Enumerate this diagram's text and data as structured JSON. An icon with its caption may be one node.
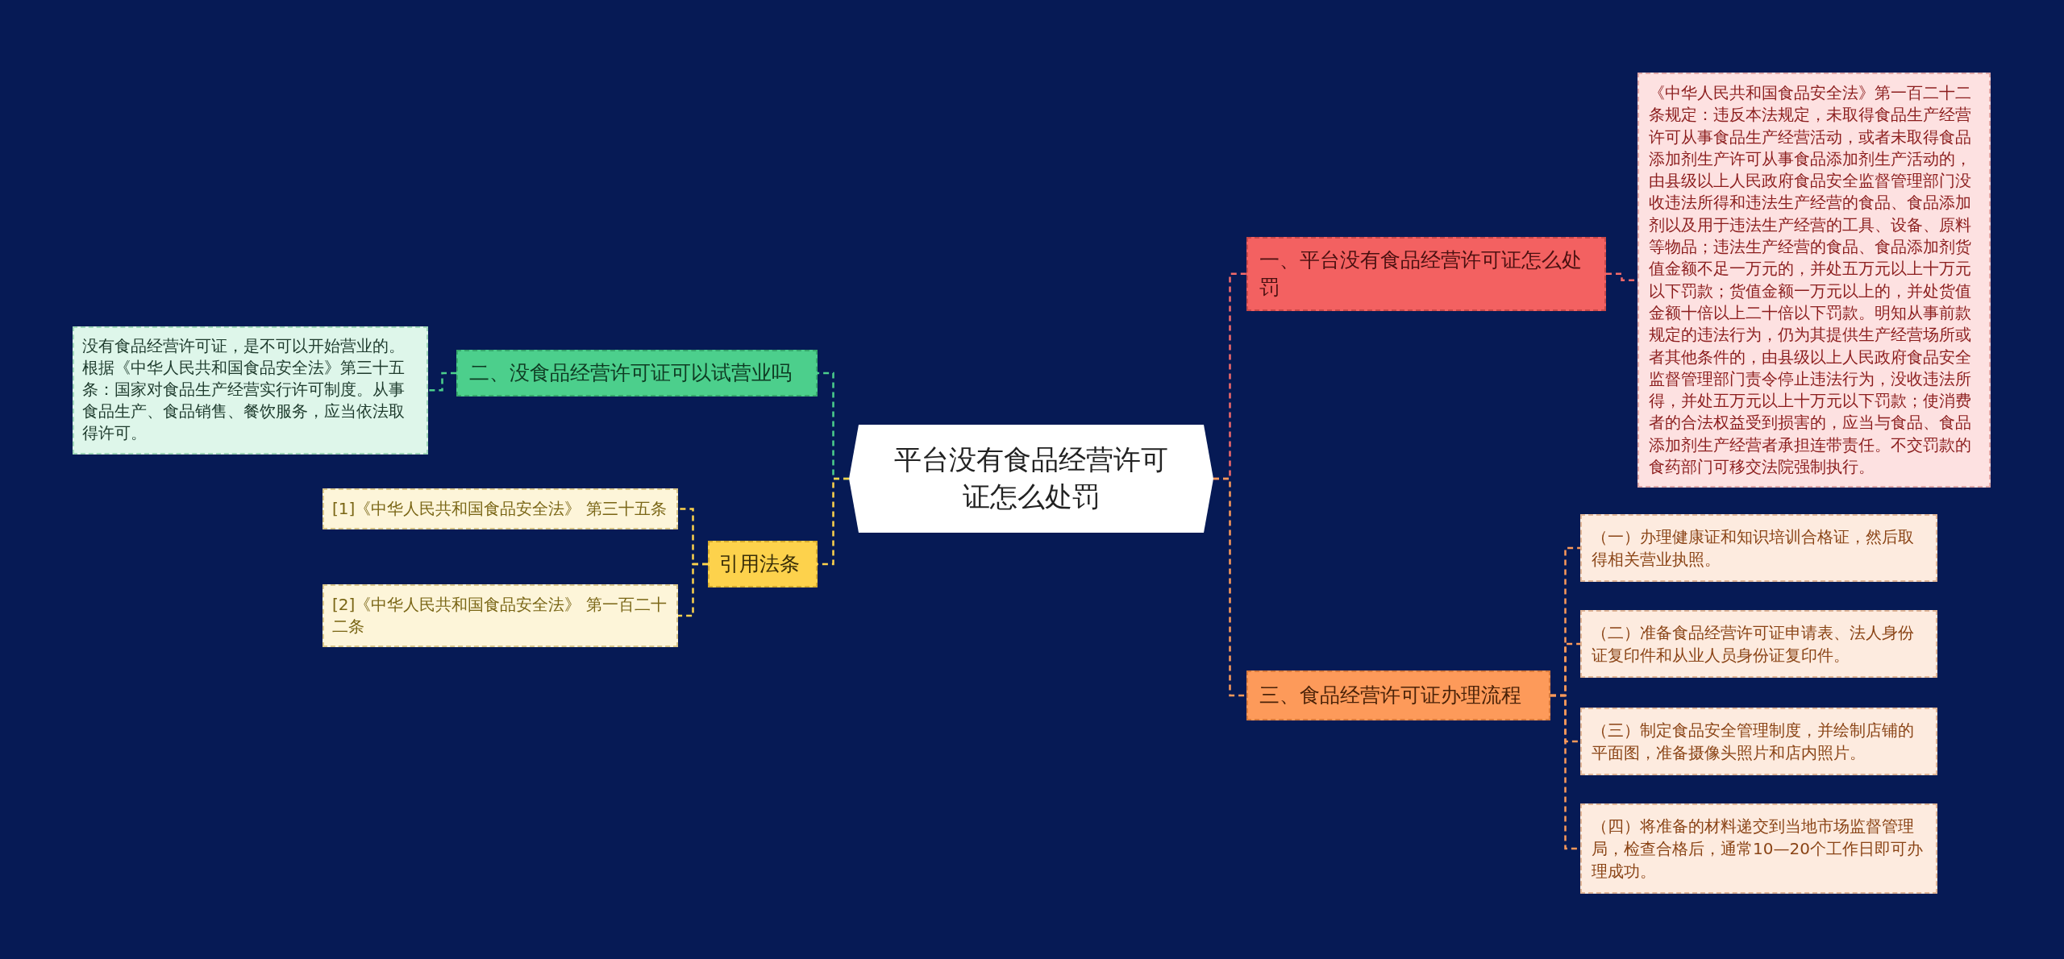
{
  "diagram": {
    "nodes": [
      {
        "text": [
          "平台没有食品经营许可证怎么处罚"
        ]
      },
      {
        "text": [
          "一、平台没有食品经营许可证怎么处罚"
        ]
      },
      {
        "text": [
          "《中华人民共和国食品安全法》第一百二十二条规定：违反本法规定，未取得食品生产经营许可从事食品生产经营活动，或者未取得食品添加剂生产许可从事食品添加剂生产活动的，由县级以上人民政府食品安全监督管理部门没收违法所得和违法生产经营的食品、食品添加剂以及用于违法生产经营的工具、设备、原料等物品；违法生产经营的食品、食品添加剂货值金额不足一万元的，并处五万元以上十万元以下罚款；货值金额一万元以上的，并处货值金额十倍以上二十倍以下罚款。明知从事前款规定的违法行为，仍为其提供生产经营场所或者其他条件的，由县级以上人民政府食品安全监督管理部门责令停止违法行为，没收违法所得，并处五万元以上十万元以下罚款；使消费者的合法权益受到损害的，应当与食品、食品添加剂生产经营者承担连带责任。不交罚款的食药部门可移交法院强制执行。"
        ]
      },
      {
        "text": [
          "二、没食品经营许可证可以试营业吗"
        ]
      },
      {
        "text": [
          "没有食品经营许可证，是不可以开始营业的。根据《中华人民共和国食品安全法》第三十五条：国家对食品生产经营实行许可制度。从事食品生产、食品销售、餐饮服务，应当依法取得许可。"
        ]
      },
      {
        "text": [
          "引用法条"
        ]
      },
      {
        "text": [
          "[1]《中华人民共和国食品安全法》 第三十五条"
        ]
      },
      {
        "text": [
          "[2]《中华人民共和国食品安全法》 第一百二十二条"
        ]
      },
      {
        "text": [
          "三、食品经营许可证办理流程"
        ]
      },
      {
        "text": [
          "（一）办理健康证和知识培训合格证，然后取得相关营业执照。"
        ]
      },
      {
        "text": [
          "（二）准备食品经营许可证申请表、法人身份证复印件和从业人员身份证复印件。"
        ]
      },
      {
        "text": [
          "（三）制定食品安全管理制度，并绘制店铺的平面图，准备摄像头照片和店内照片。"
        ]
      },
      {
        "text": [
          "（四）将准备的材料递交到当地市场监督管理局，检查合格后，通常10—20个工作日即可办理成功。"
        ]
      }
    ],
    "edges": [
      {
        "from": 0,
        "to": 1,
        "arrow": "none",
        "style": "dashed",
        "color": "#f36a6a"
      },
      {
        "from": 1,
        "to": 2,
        "arrow": "none",
        "style": "dashed",
        "color": "#f36a6a"
      },
      {
        "from": 0,
        "to": 3,
        "arrow": "none",
        "style": "dashed",
        "color": "#4ccf8c"
      },
      {
        "from": 3,
        "to": 4,
        "arrow": "none",
        "style": "dashed",
        "color": "#4ccf8c"
      },
      {
        "from": 0,
        "to": 5,
        "arrow": "none",
        "style": "dashed",
        "color": "#fdd24c"
      },
      {
        "from": 5,
        "to": 6,
        "arrow": "none",
        "style": "dashed",
        "color": "#fdd24c"
      },
      {
        "from": 5,
        "to": 7,
        "arrow": "none",
        "style": "dashed",
        "color": "#fdd24c"
      },
      {
        "from": 0,
        "to": 8,
        "arrow": "none",
        "style": "dashed",
        "color": "#fd9a5a"
      },
      {
        "from": 8,
        "to": 9,
        "arrow": "none",
        "style": "dashed",
        "color": "#fd9a5a"
      },
      {
        "from": 8,
        "to": 10,
        "arrow": "none",
        "style": "dashed",
        "color": "#fd9a5a"
      },
      {
        "from": 8,
        "to": 11,
        "arrow": "none",
        "style": "dashed",
        "color": "#fd9a5a"
      },
      {
        "from": 8,
        "to": 12,
        "arrow": "none",
        "style": "dashed",
        "color": "#fd9a5a"
      }
    ]
  }
}
